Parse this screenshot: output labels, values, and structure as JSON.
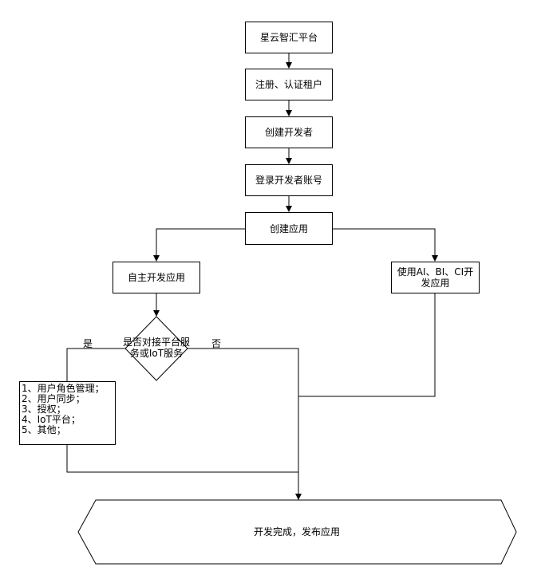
{
  "nodes": {
    "platform": "星云智汇平台",
    "register": "注册、认证租户",
    "create_dev": "创建开发者",
    "login": "登录开发者账号",
    "create_app": "创建应用",
    "self_dev": "自主开发应用",
    "use_ai": "使用AI、BI、CI开发应用",
    "decision": "是否对接平台服务或IoT服务",
    "finish": "开发完成，发布应用"
  },
  "branch_labels": {
    "yes": "是",
    "no": "否"
  },
  "service_list": [
    "1、用户角色管理；",
    "2、用户同步；",
    "3、授权；",
    "4、IoT平台；",
    "5、其他；"
  ],
  "colors": {
    "stroke": "#000000",
    "fill": "#ffffff"
  }
}
